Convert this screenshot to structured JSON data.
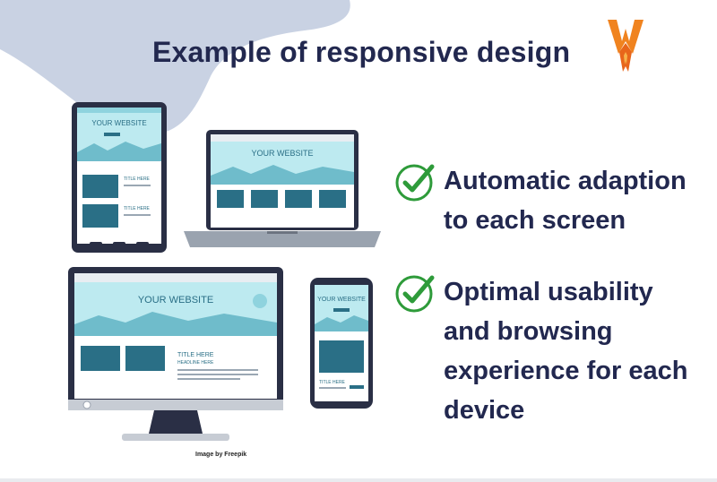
{
  "title": "Example of responsive design",
  "logo_text": "W",
  "features": [
    {
      "line1": "Automatic adaption",
      "line2": "to each screen"
    },
    {
      "line1": "Optimal usability",
      "line2": "and browsing",
      "line3": "experience for each",
      "line4": "device"
    }
  ],
  "credit": "Image by Freepik",
  "mockup": {
    "site_title": "YOUR WEBSITE",
    "title_here": "TITLE HERE",
    "headline_here": "HEADLINE HERE",
    "title_here_desktop": "TITLE HERE",
    "headline_desktop": "HEADLINE HERE"
  },
  "colors": {
    "navy": "#22284f",
    "check": "#2e9b3a",
    "blob": "#c9d2e3",
    "screen": "#bdeaf0",
    "accent": "#2a6f86",
    "logo_orange": "#f0831f"
  }
}
